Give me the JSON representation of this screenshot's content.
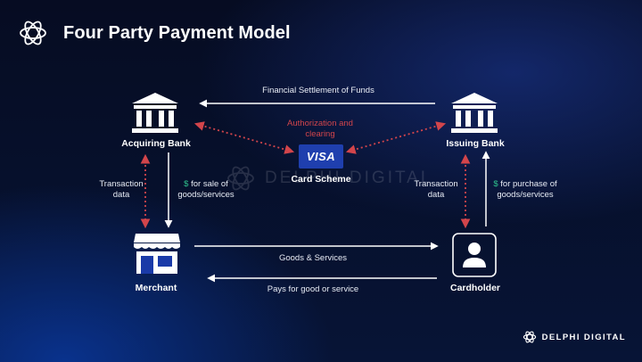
{
  "title": "Four Party Payment Model",
  "nodes": {
    "acquiring_bank": "Acquiring Bank",
    "issuing_bank": "Issuing Bank",
    "card_scheme": "Card Scheme",
    "merchant": "Merchant",
    "cardholder": "Cardholder"
  },
  "card_brand": "VISA",
  "edges": {
    "financial_settlement": "Financial Settlement of Funds",
    "authorization_line1": "Authorization and",
    "authorization_line2": "clearing",
    "acq_transaction_line1": "Transaction",
    "acq_transaction_line2": "data",
    "sale_dollar": "$",
    "sale_line1": " for sale of",
    "sale_line2": "goods/services",
    "iss_transaction_line1": "Transaction",
    "iss_transaction_line2": "data",
    "purchase_dollar": "$",
    "purchase_line1": " for purchase of",
    "purchase_line2": "goods/services",
    "goods_services": "Goods & Services",
    "pays_for": "Pays for good or service"
  },
  "watermark_text": "DELPHI DIGITAL",
  "brand": "DELPHI DIGITAL",
  "colors": {
    "accent_red": "#d2454b",
    "dollar_green": "#2fc48d",
    "visa_blue": "#1f3fae"
  },
  "icons": [
    "logo-icon",
    "bank-icon",
    "store-icon",
    "user-icon"
  ]
}
